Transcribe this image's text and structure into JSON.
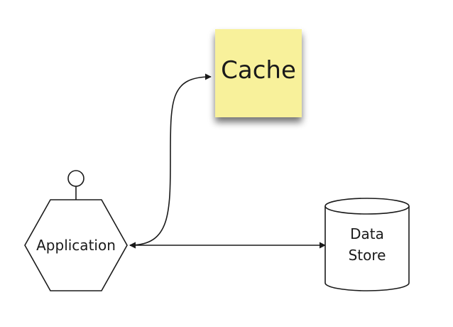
{
  "diagram": {
    "application": {
      "label": "Application"
    },
    "cache": {
      "label": "Cache",
      "color": "#f8f19b",
      "shadow_color": "#555555"
    },
    "data_store": {
      "line1": "Data",
      "line2": "Store"
    },
    "stroke_color": "#1a1a1a"
  }
}
